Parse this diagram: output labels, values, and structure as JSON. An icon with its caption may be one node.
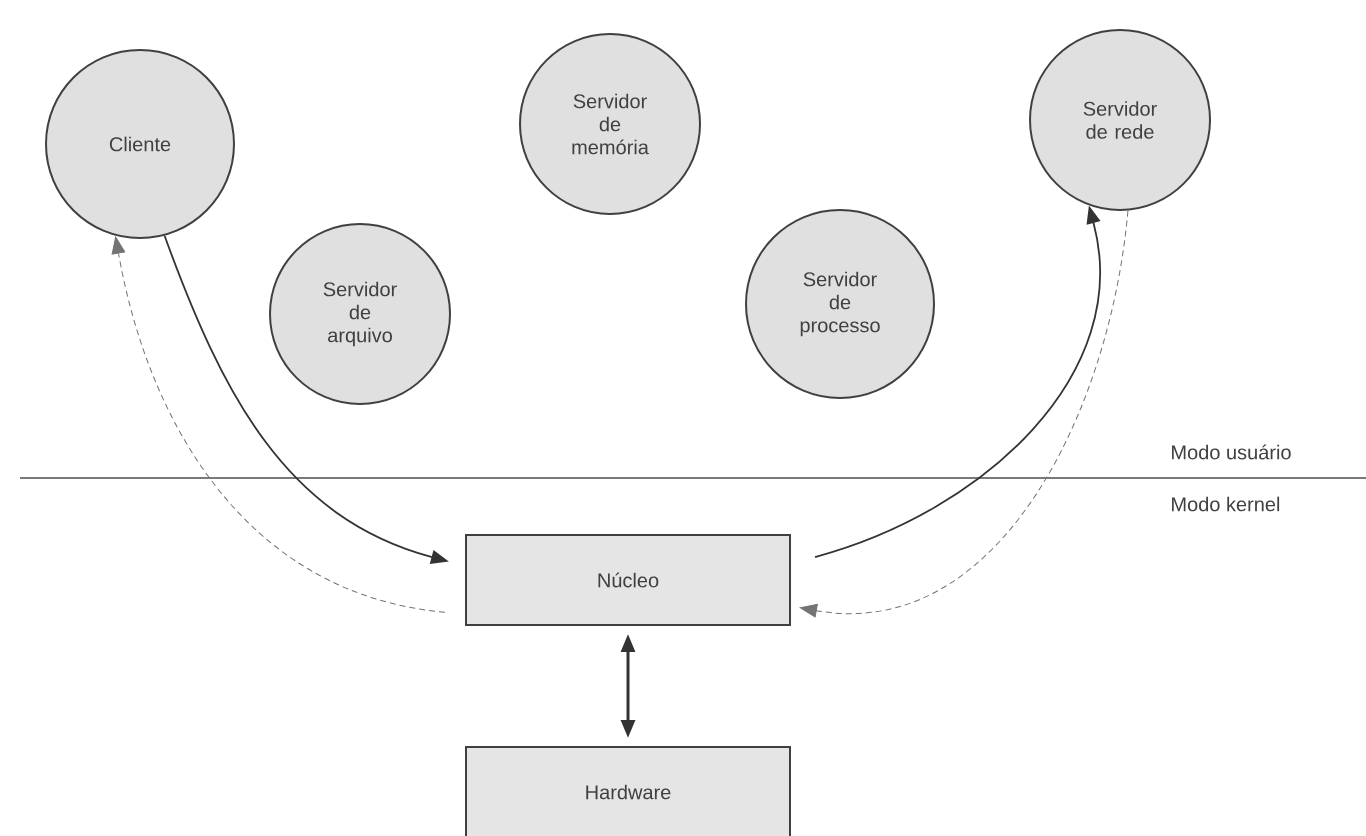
{
  "diagram": {
    "nodes": [
      {
        "text": [
          "Cliente"
        ]
      },
      {
        "text": [
          "Servidor de arquivo"
        ]
      },
      {
        "text": [
          "Servidor de memória"
        ]
      },
      {
        "text": [
          "Servidor de processo"
        ]
      },
      {
        "text": [
          "Servidor de rede"
        ]
      },
      {
        "text": [
          "Núcleo"
        ]
      },
      {
        "text": [
          "Hardware"
        ]
      }
    ],
    "edges": [
      {
        "from": 0,
        "to": 5,
        "arrow": "to"
      },
      {
        "from": 5,
        "to": 0,
        "arrow": "to",
        "style": "dashed"
      },
      {
        "from": 5,
        "to": 4,
        "arrow": "to"
      },
      {
        "from": 4,
        "to": 5,
        "arrow": "to",
        "style": "dashed"
      },
      {
        "from": 5,
        "to": 6,
        "arrow": "both"
      }
    ],
    "labels": [
      "Modo usuário",
      "Modo kernel"
    ]
  }
}
